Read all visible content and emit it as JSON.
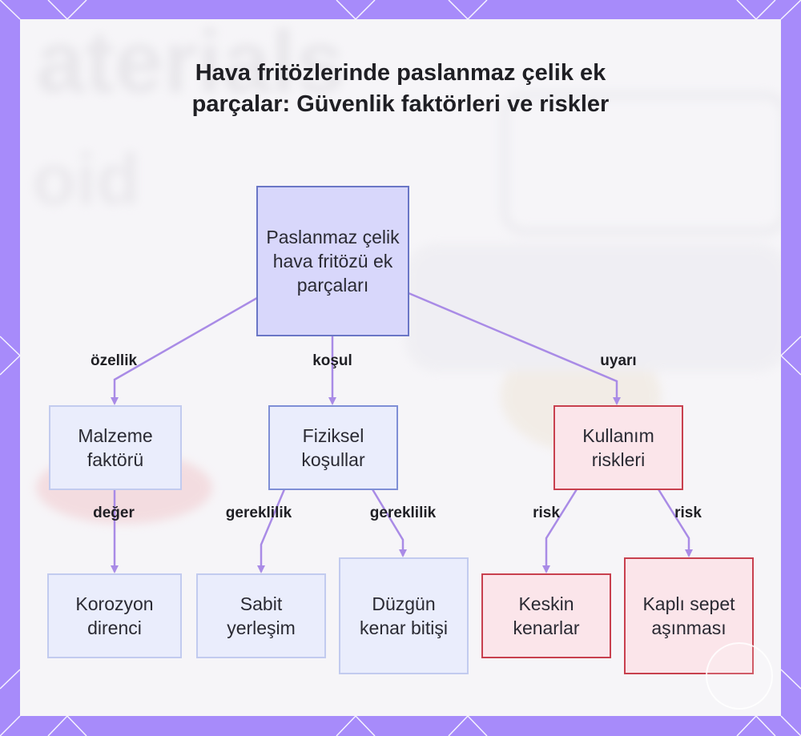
{
  "colors": {
    "frame": "#a78bfa",
    "root_fill": "#d8d7fb",
    "root_border": "#6a76c6",
    "node_fill": "#eaedfc",
    "node_border": "#c2cbef",
    "risk_fill": "#fbe5ea",
    "risk_border": "#c8404e",
    "edge": "#a98be6"
  },
  "title": "Hava fritözlerinde paslanmaz çelik ek parçalar: Güvenlik faktörleri ve riskler",
  "nodes": {
    "root": "Paslanmaz çelik hava fritözü ek parçaları",
    "material": "Malzeme faktörü",
    "physical": "Fiziksel koşullar",
    "usage": "Kullanım riskleri",
    "corrosion": "Korozyon direnci",
    "fixed": "Sabit yerleşim",
    "edge_finish": "Düzgün kenar bitişi",
    "sharp": "Keskin kenarlar",
    "coated": "Kaplı sepet aşınması"
  },
  "edge_labels": {
    "feature": "özellik",
    "condition": "koşul",
    "warning": "uyarı",
    "value": "değer",
    "req1": "gereklilik",
    "req2": "gereklilik",
    "risk1": "risk",
    "risk2": "risk"
  },
  "badge_icon": "logo-badge-icon"
}
